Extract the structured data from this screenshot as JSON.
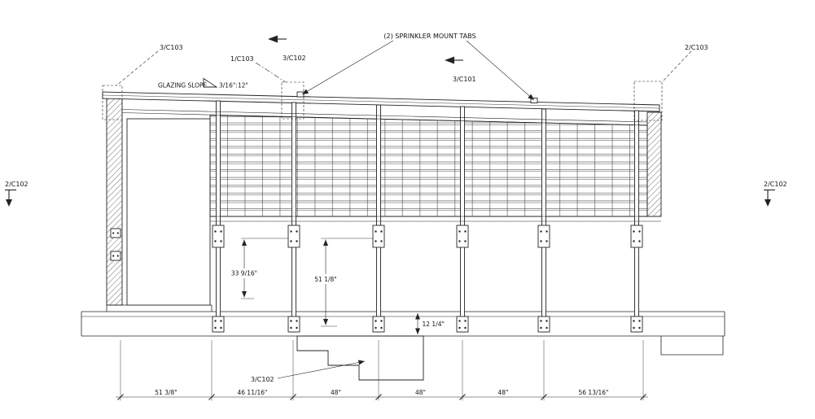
{
  "colors": {
    "ink": "#232323",
    "background": "#ffffff"
  },
  "drawing": {
    "callouts": {
      "top_left_detail": "3/C103",
      "glazing_detail": "1/C103",
      "section_top": "3/C102",
      "sprinkler_note": "(2) SPRINKLER MOUNT TABS",
      "section_mid": "3/C101",
      "top_right_detail": "2/C103",
      "section_left": "2/C102",
      "section_right": "2/C102",
      "stair_detail": "3/C102"
    },
    "slope": {
      "label": "GLAZING SLOPE",
      "ratio": "3/16\":12\""
    },
    "vertical_dims": {
      "post_to_platform": "33 9/16\"",
      "post_to_footing": "51 1/8\"",
      "slab_depth": "12 1/4\""
    },
    "horizontal_dims": [
      "51 3/8\"",
      "46 11/16\"",
      "48\"",
      "48\"",
      "48\"",
      "56 13/16\""
    ]
  }
}
